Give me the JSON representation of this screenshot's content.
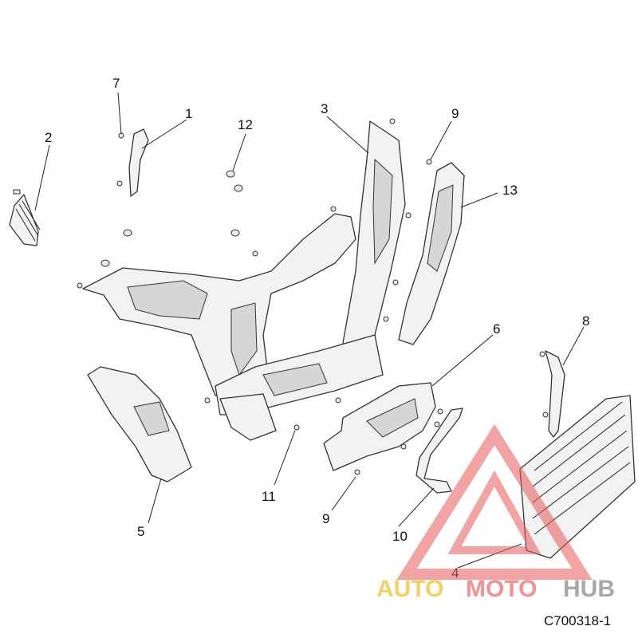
{
  "callouts": [
    "1",
    "2",
    "3",
    "4",
    "5",
    "6",
    "7",
    "8",
    "9",
    "9",
    "10",
    "11",
    "12",
    "13"
  ],
  "figure_id": "C700318-1",
  "watermark": {
    "auto": "AUTO",
    "moto": "MOTO",
    "hub": "HUB",
    "triangle_color": "#e65a5a",
    "auto_color": "#f2c84b",
    "moto_color": "#f08080",
    "hub_color": "#9a9a9a"
  }
}
